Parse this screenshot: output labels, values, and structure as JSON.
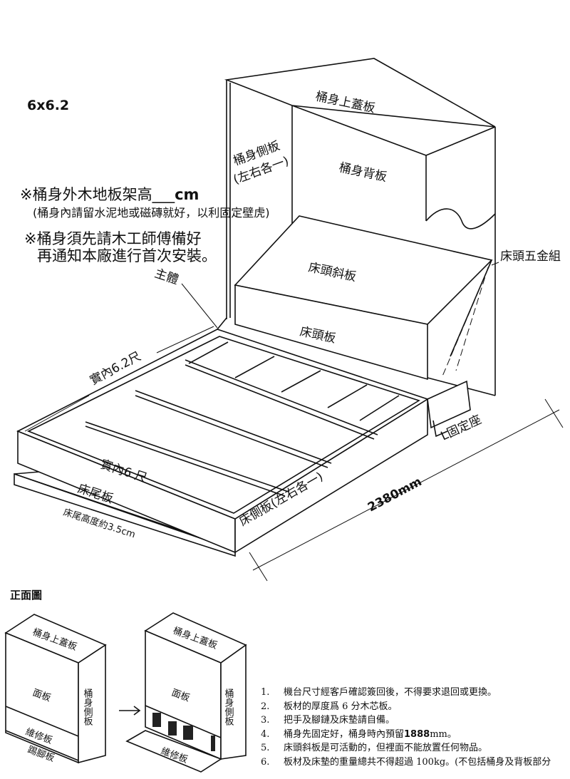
{
  "size_label": "6x6.2",
  "notes": {
    "floor_height_prefix": "※桶身外木地板架高",
    "floor_height_blank": "___",
    "floor_height_unit": "cm",
    "floor_height_sub": "(桶身內請留水泥地或磁磚就好，以利固定壁虎)",
    "carpenter_line1": "※桶身須先請木工師傅備好",
    "carpenter_line2": "再通知本廠進行首次安裝。"
  },
  "labels": {
    "top_cover": "桶身上蓋板",
    "cabinet_side": "桶身側板",
    "cabinet_side_note": "(左右各一)",
    "back_panel": "桶身背板",
    "main_body": "主體",
    "head_slant": "床頭斜板",
    "head_hardware": "床頭五金組",
    "headboard": "床頭板",
    "inner_length": "實內6.2尺",
    "inner_width": "實內6 尺",
    "foot_board": "床尾板",
    "bed_side": "床側板(左右各一)",
    "foot_height": "床尾高度約3.5cm",
    "fixed_base": "L固定座",
    "depth": "2380mm"
  },
  "front_view": {
    "title": "正面圖",
    "closed": {
      "top": "桶身上蓋板",
      "face": "面板",
      "side": "桶身側板",
      "service": "維修板",
      "kick": "踢腳板"
    },
    "open": {
      "top": "桶身上蓋板",
      "face": "面板",
      "side": "桶身側板",
      "service": "維修板"
    }
  },
  "conditions": [
    {
      "num": "1.",
      "text": "機台尺寸經客戶確認簽回後，不得要求退回或更換。"
    },
    {
      "num": "2.",
      "text": "板材的厚度爲 6 分木芯板。"
    },
    {
      "num": "3.",
      "text": "把手及腳鏈及床墊請自備。"
    },
    {
      "num": "4.",
      "pre": "桶身先固定好，桶身時內預留",
      "bold": "1888",
      "post": "mm。"
    },
    {
      "num": "5.",
      "text": "床頭斜板是可活動的，但裡面不能放置任何物品。"
    },
    {
      "num": "6.",
      "text": "板材及床墊的重量總共不得超過 100kg。(不包括桶身及背板部分"
    }
  ]
}
